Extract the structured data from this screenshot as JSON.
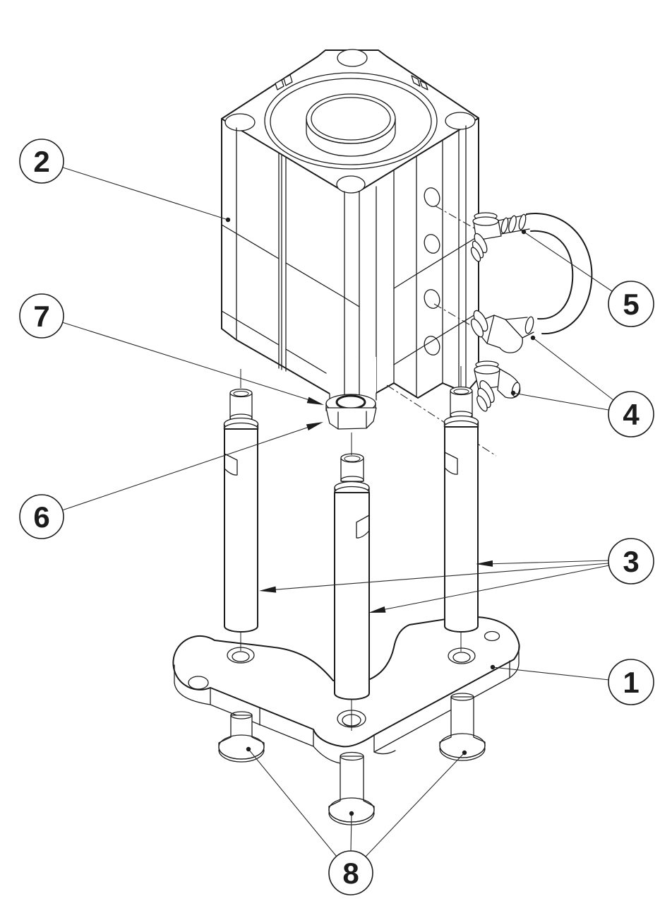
{
  "drawing": {
    "kind": "exploded assembly engineering drawing",
    "colors": {
      "line": "#1c1c1c",
      "background": "#ffffff"
    }
  },
  "balloons": [
    {
      "id": "balloon-1",
      "label": "1"
    },
    {
      "id": "balloon-2",
      "label": "2"
    },
    {
      "id": "balloon-3",
      "label": "3"
    },
    {
      "id": "balloon-4",
      "label": "4"
    },
    {
      "id": "balloon-5",
      "label": "5"
    },
    {
      "id": "balloon-6",
      "label": "6"
    },
    {
      "id": "balloon-7",
      "label": "7"
    },
    {
      "id": "balloon-8",
      "label": "8"
    }
  ]
}
